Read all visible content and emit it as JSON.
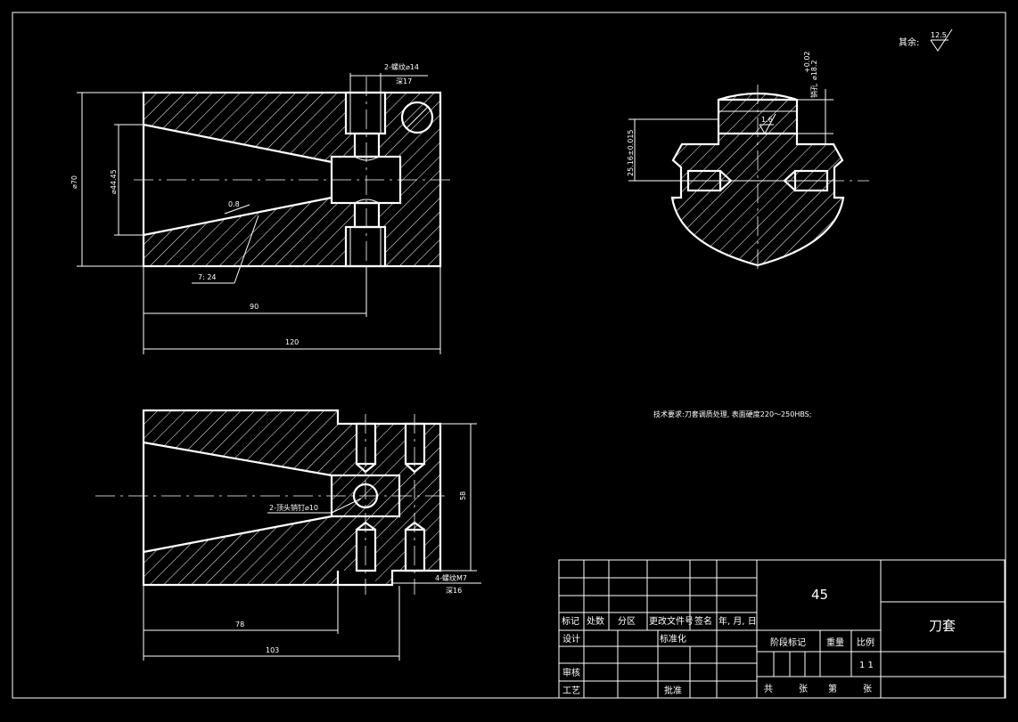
{
  "drawing": {
    "surface_note": {
      "label": "其余:",
      "roughness": "12.5"
    },
    "front_view": {
      "dims": {
        "total_length": "120",
        "taper_length": "90",
        "outer_dia": "⌀70",
        "bore_dia": "⌀44.45",
        "taper_ratio": "7: 24",
        "roughness": "0.8",
        "thread_callout": "2-螺纹⌀14",
        "thread_depth": "深17"
      }
    },
    "side_view": {
      "dims": {
        "fit_size": "25.16±0.015",
        "key_size": "⌀18.2",
        "key_tol": "+0.02",
        "key_prefix": "销孔",
        "roughness": "1.6"
      }
    },
    "bottom_view": {
      "dims": {
        "length_78": "78",
        "length_103": "103",
        "height_58": "58",
        "pin_callout": "2-顶头销钉⌀10",
        "thread_callout": "4-螺纹M7",
        "thread_depth": "深16"
      }
    },
    "tech_requirements": "技术要求:刀套调质处理, 表面硬度220～250HBS;"
  },
  "title_block": {
    "material": "45",
    "part_name": "刀套",
    "rev_headers": [
      "标记",
      "处数",
      "分区",
      "更改文件号",
      "签名",
      "年, 月, 日"
    ],
    "design": "设计",
    "standardize": "标准化",
    "review": "审核",
    "process": "工艺",
    "approve": "批准",
    "stage_mark": "阶段标记",
    "weight": "重量",
    "scale": "比例",
    "scale_value": "1 1",
    "total": "共",
    "sheets": "张",
    "sheet_no": "第",
    "sheets2": "张"
  }
}
